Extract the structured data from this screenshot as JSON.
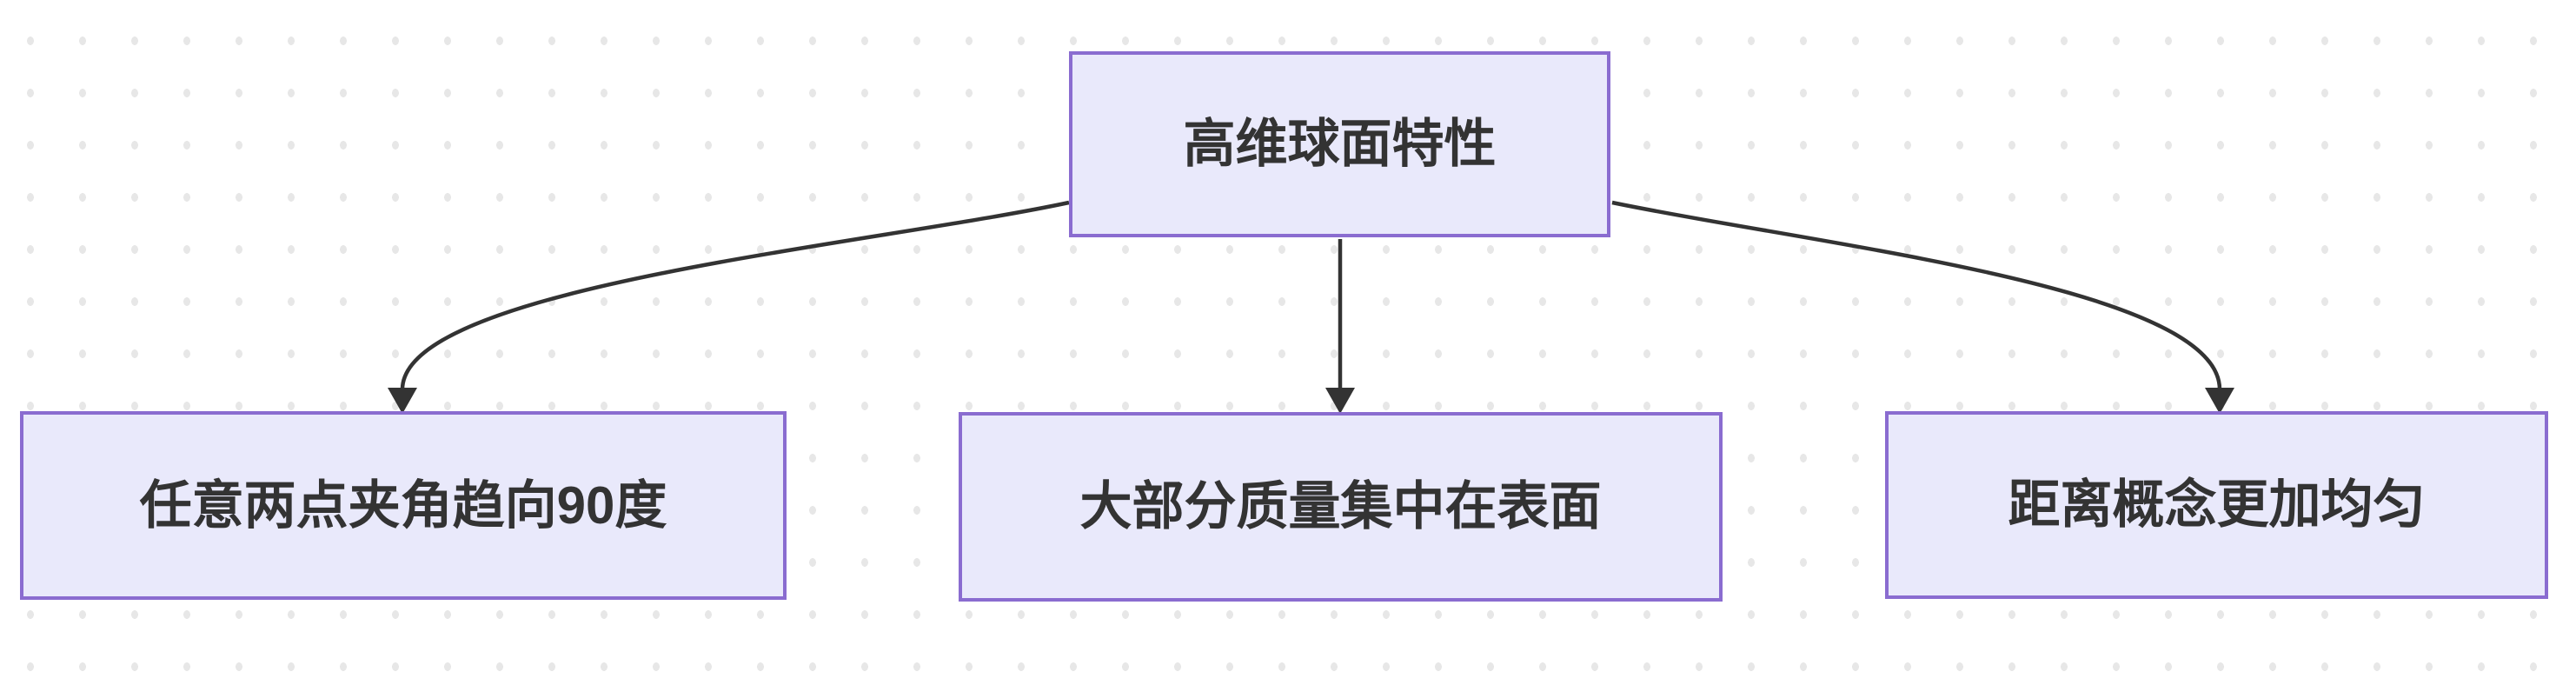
{
  "diagram": {
    "kind": "flowchart-top-down",
    "root": {
      "label": "高维球面特性"
    },
    "children": [
      {
        "label": "任意两点夹角趋向90度"
      },
      {
        "label": "大部分质量集中在表面"
      },
      {
        "label": "距离概念更加均匀"
      }
    ],
    "edges": [
      {
        "from": "高维球面特性",
        "to": "任意两点夹角趋向90度"
      },
      {
        "from": "高维球面特性",
        "to": "大部分质量集中在表面"
      },
      {
        "from": "高维球面特性",
        "to": "距离概念更加均匀"
      }
    ]
  },
  "colors": {
    "node_fill": "#e9e9fb",
    "node_border": "#8a6cd0",
    "edge": "#333333",
    "text": "#333333",
    "background": "#ffffff",
    "grid_dot": "#e7e7e7"
  }
}
